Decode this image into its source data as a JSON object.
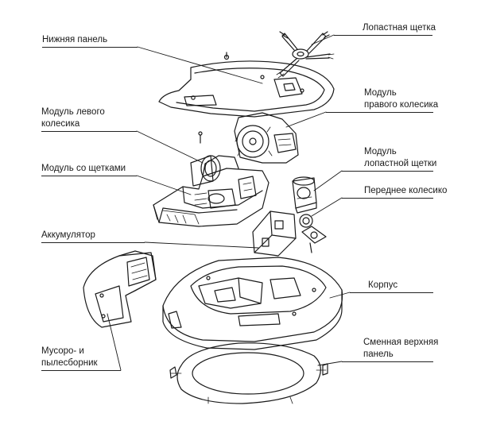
{
  "labels": {
    "bottom_panel": "Нижняя панель",
    "side_brush": "Лопастная щетка",
    "left_wheel_l1": "Модуль левого",
    "left_wheel_l2": "колесика",
    "right_wheel_l1": "Модуль",
    "right_wheel_l2": "правого колесика",
    "brush_module": "Модуль со щетками",
    "side_brush_module_l1": "Модуль",
    "side_brush_module_l2": "лопастной щетки",
    "front_wheel": "Переднее колесико",
    "battery": "Аккумулятор",
    "body": "Корпус",
    "dustbin_l1": "Мусоро- и",
    "dustbin_l2": "пылесборник",
    "top_panel_l1": "Сменная верхняя",
    "top_panel_l2": "панель"
  }
}
